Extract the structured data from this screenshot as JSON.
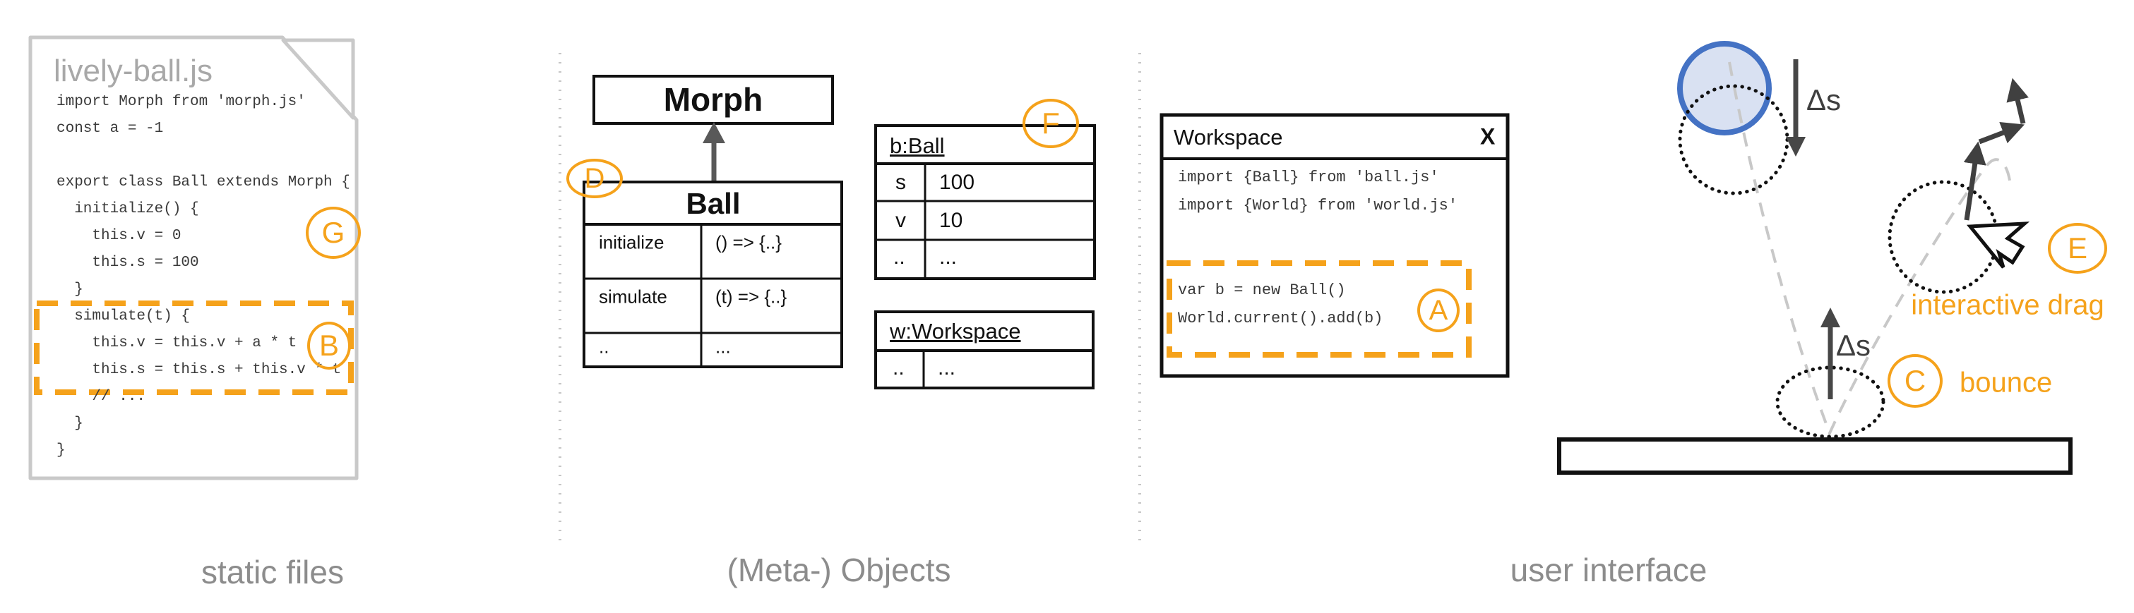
{
  "colors": {
    "orange": "#F5A21B",
    "ball_fill": "#D9E1F2",
    "ball_stroke": "#4472C4",
    "gray_label": "#8C8C8C"
  },
  "section_labels": {
    "static_files": "static files",
    "meta_objects": "(Meta-) Objects",
    "user_interface": "user interface"
  },
  "badges": {
    "a": "A",
    "b": "B",
    "c": "C",
    "d": "D",
    "e": "E",
    "f": "F",
    "g": "G"
  },
  "file_card": {
    "title": "lively-ball.js",
    "code_lines": [
      "import Morph from 'morph.js'",
      "const a = -1",
      "",
      "export class Ball extends Morph {",
      "  initialize() {",
      "    this.v = 0",
      "    this.s = 100",
      "  }",
      "  simulate(t) {",
      "    this.v = this.v + a * t",
      "    this.s = this.s + this.v * t",
      "    // ...",
      "  }",
      "}"
    ]
  },
  "class_diagram": {
    "morph_title": "Morph",
    "ball_title": "Ball",
    "ball_rows": [
      {
        "name": "initialize",
        "value": "() => {..}"
      },
      {
        "name": "simulate",
        "value": "(t) => {..}"
      },
      {
        "name": "..",
        "value": "..."
      }
    ]
  },
  "object_tables": {
    "b_ball": {
      "title": "b:Ball",
      "rows": [
        {
          "name": "s",
          "value": "100"
        },
        {
          "name": "v",
          "value": "10"
        },
        {
          "name": "..",
          "value": "..."
        }
      ]
    },
    "w_workspace": {
      "title": "w:Workspace",
      "rows": [
        {
          "name": "..",
          "value": "..."
        }
      ]
    }
  },
  "workspace_window": {
    "title": "Workspace",
    "close_label": "X",
    "code_lines": [
      "import {Ball} from 'ball.js'",
      "import {World} from 'world.js'",
      "",
      "",
      "var b = new Ball()",
      "World.current().add(b)"
    ]
  },
  "physics": {
    "delta_s_down": "Δs",
    "delta_s_up": "Δs",
    "bounce_label": "bounce",
    "drag_label": "interactive drag"
  }
}
